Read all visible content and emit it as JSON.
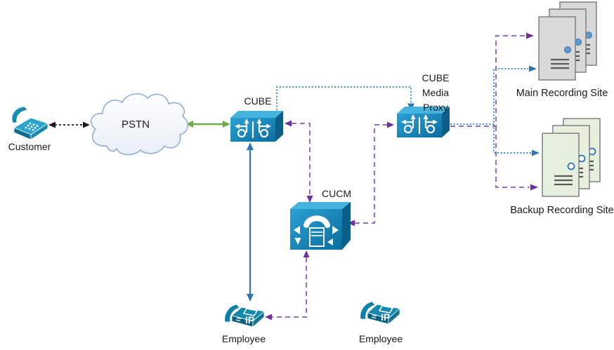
{
  "nodes": {
    "customer": {
      "label": "Customer",
      "icon": "analog-phone-icon"
    },
    "pstn": {
      "label": "PSTN",
      "icon": "cloud-icon"
    },
    "cube": {
      "label": "CUBE",
      "icon": "router-icon"
    },
    "cube_media_proxy": {
      "label_lines": [
        "CUBE",
        "Media",
        "Proxy"
      ],
      "icon": "router-icon"
    },
    "cucm": {
      "label": "CUCM",
      "icon": "call-manager-icon"
    },
    "employee_phone_1": {
      "label": "Employee",
      "icon": "ip-phone-icon"
    },
    "employee_phone_2": {
      "label": "Employee",
      "icon": "ip-phone-icon"
    },
    "main_recording_site": {
      "label": "Main Recording Site",
      "icon": "server-stack-icon"
    },
    "backup_recording_site": {
      "label": "Backup Recording Site",
      "icon": "server-stack-icon"
    }
  },
  "icons": {
    "ip_phone": {
      "badge": "IP"
    }
  },
  "connections": [
    {
      "from": "customer",
      "to": "pstn",
      "style": "dashed",
      "color": "#1A1A1A",
      "bidirectional": true
    },
    {
      "from": "pstn",
      "to": "cube",
      "style": "solid",
      "color": "#70AD47",
      "bidirectional": true
    },
    {
      "from": "cube",
      "to": "cube_media_proxy",
      "style": "dotted",
      "color": "#3E8EDE",
      "bidirectional": false
    },
    {
      "from": "cube",
      "to": "cucm",
      "style": "dashed",
      "color": "#9B6BC8",
      "bidirectional": true
    },
    {
      "from": "cucm",
      "to": "cube_media_proxy",
      "style": "dashed",
      "color": "#9B6BC8",
      "bidirectional": true
    },
    {
      "from": "cucm",
      "to": "employee_phone_1",
      "style": "dashed",
      "color": "#9B6BC8",
      "bidirectional": true
    },
    {
      "from": "cube",
      "to": "employee_phone_1",
      "style": "solid",
      "color": "#2E75B6",
      "bidirectional": true
    },
    {
      "from": "cube_media_proxy",
      "to": "main_recording_site",
      "style": "dotted",
      "color": "#3E8EDE",
      "bidirectional": false
    },
    {
      "from": "cube_media_proxy",
      "to": "main_recording_site",
      "style": "dashed",
      "color": "#9B6BC8",
      "bidirectional": false
    },
    {
      "from": "cube_media_proxy",
      "to": "backup_recording_site",
      "style": "dotted",
      "color": "#3E8EDE",
      "bidirectional": false
    },
    {
      "from": "cube_media_proxy",
      "to": "backup_recording_site",
      "style": "dashed",
      "color": "#9B6BC8",
      "bidirectional": false
    }
  ],
  "colors": {
    "background": "#FFFFFF",
    "label_text": "#1A1A1A",
    "black_arrow": "#1A1A1A",
    "green_arrow": "#70AD47",
    "blue_arrow": "#2E75B6",
    "blue_dotted": "#3E8EDE",
    "purple_dashed": "#9B6BC8",
    "purple_head": "#7030A0",
    "cisco_blue": "#1191C9",
    "cisco_blue_light": "#45B5E0",
    "cisco_blue_dark": "#0A5F8A",
    "phone_teal": "#0F7FA6",
    "cloud_stroke": "#8FAEDC",
    "server_gray_fill": "#D9D9D9",
    "server_green_fill": "#E7F0DE",
    "server_border": "#808080",
    "server_dot_blue": "#5B9BD5"
  }
}
